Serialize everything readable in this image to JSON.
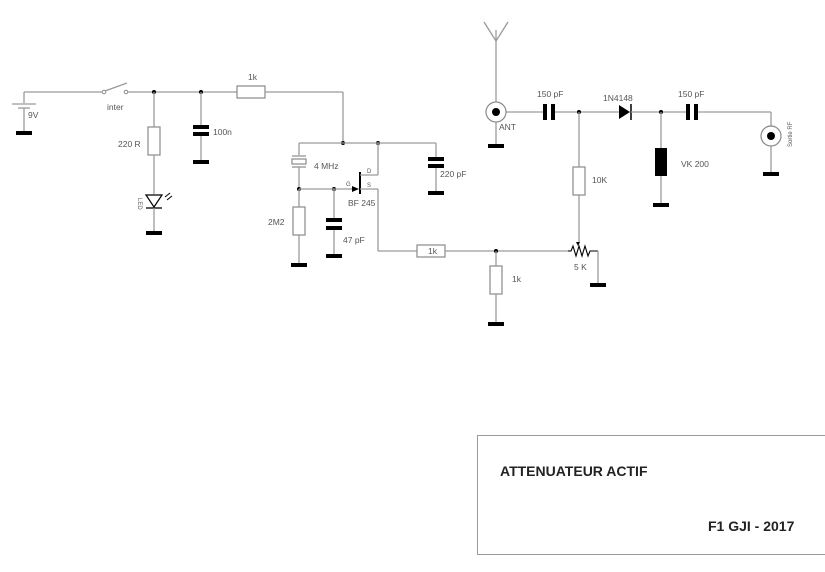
{
  "title_block": {
    "title": "ATTENUATEUR ACTIF",
    "author": "F1 GJI - 2017"
  },
  "components": {
    "battery": "9V",
    "switch": "inter",
    "r_led": "220 R",
    "led": "LED",
    "c_decoupling": "100n",
    "r_supply": "1k",
    "crystal": "4  MHz",
    "r_gate": "2M2",
    "c_gate": "47 pF",
    "fet": "BF 245",
    "fet_drain": "D",
    "fet_source": "S",
    "fet_gate": "G",
    "c_drain": "220 pF",
    "r_source": "1k",
    "r_load": "1k",
    "antenna_connector": "ANT",
    "c_in": "150 pF",
    "diode": "1N4148",
    "c_out": "150 pF",
    "choke": "VK 200",
    "r_bias": "10K",
    "pot": "5 K",
    "output_connector": "Sortie RF"
  }
}
